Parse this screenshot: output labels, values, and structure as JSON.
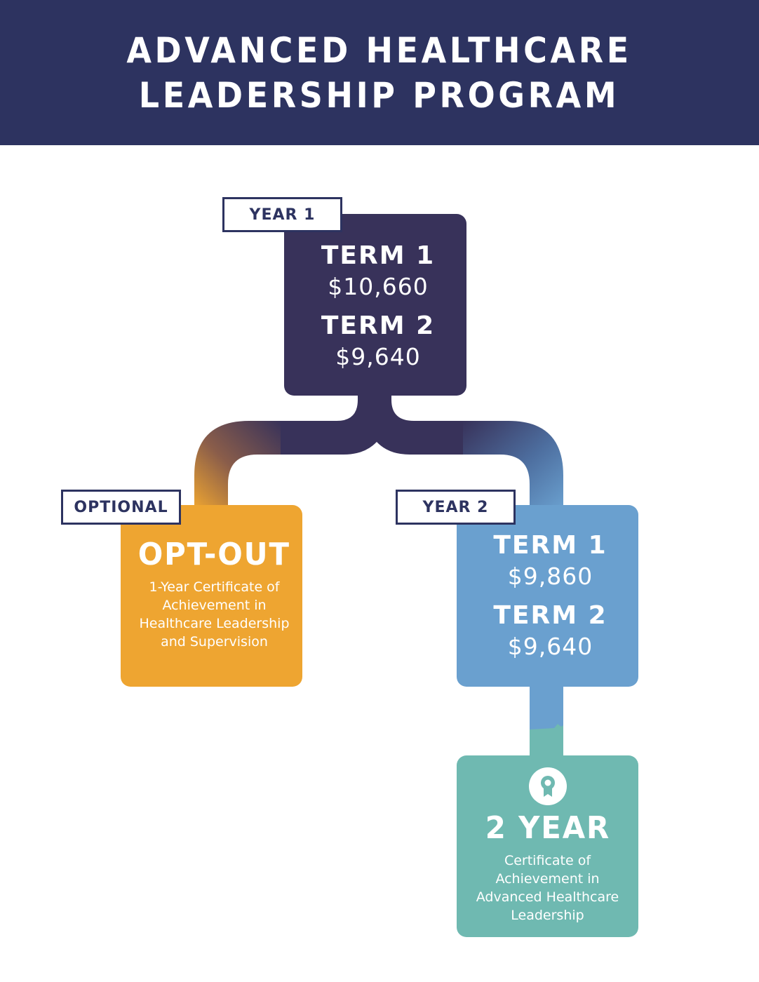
{
  "header": {
    "title_line1": "ADVANCED HEALTHCARE",
    "title_line2": "LEADERSHIP PROGRAM",
    "background": "#2d3360"
  },
  "year1": {
    "tag": "YEAR 1",
    "terms": [
      {
        "label": "TERM 1",
        "price": "$10,660"
      },
      {
        "label": "TERM 2",
        "price": "$9,640"
      }
    ],
    "color": "#38325a"
  },
  "optout": {
    "tag": "OPTIONAL",
    "title": "OPT-OUT",
    "description": "1-Year Certificate of Achievement in Healthcare Leadership and Supervision",
    "color": "#eea531"
  },
  "year2": {
    "tag": "YEAR 2",
    "terms": [
      {
        "label": "TERM 1",
        "price": "$9,860"
      },
      {
        "label": "TERM 2",
        "price": "$9,640"
      }
    ],
    "color": "#6aa0cf"
  },
  "final": {
    "icon": "award-ribbon-icon",
    "title": "2 YEAR",
    "description": "Certificate of Achievement in Advanced Healthcare Leadership",
    "color": "#6fb9b1"
  }
}
